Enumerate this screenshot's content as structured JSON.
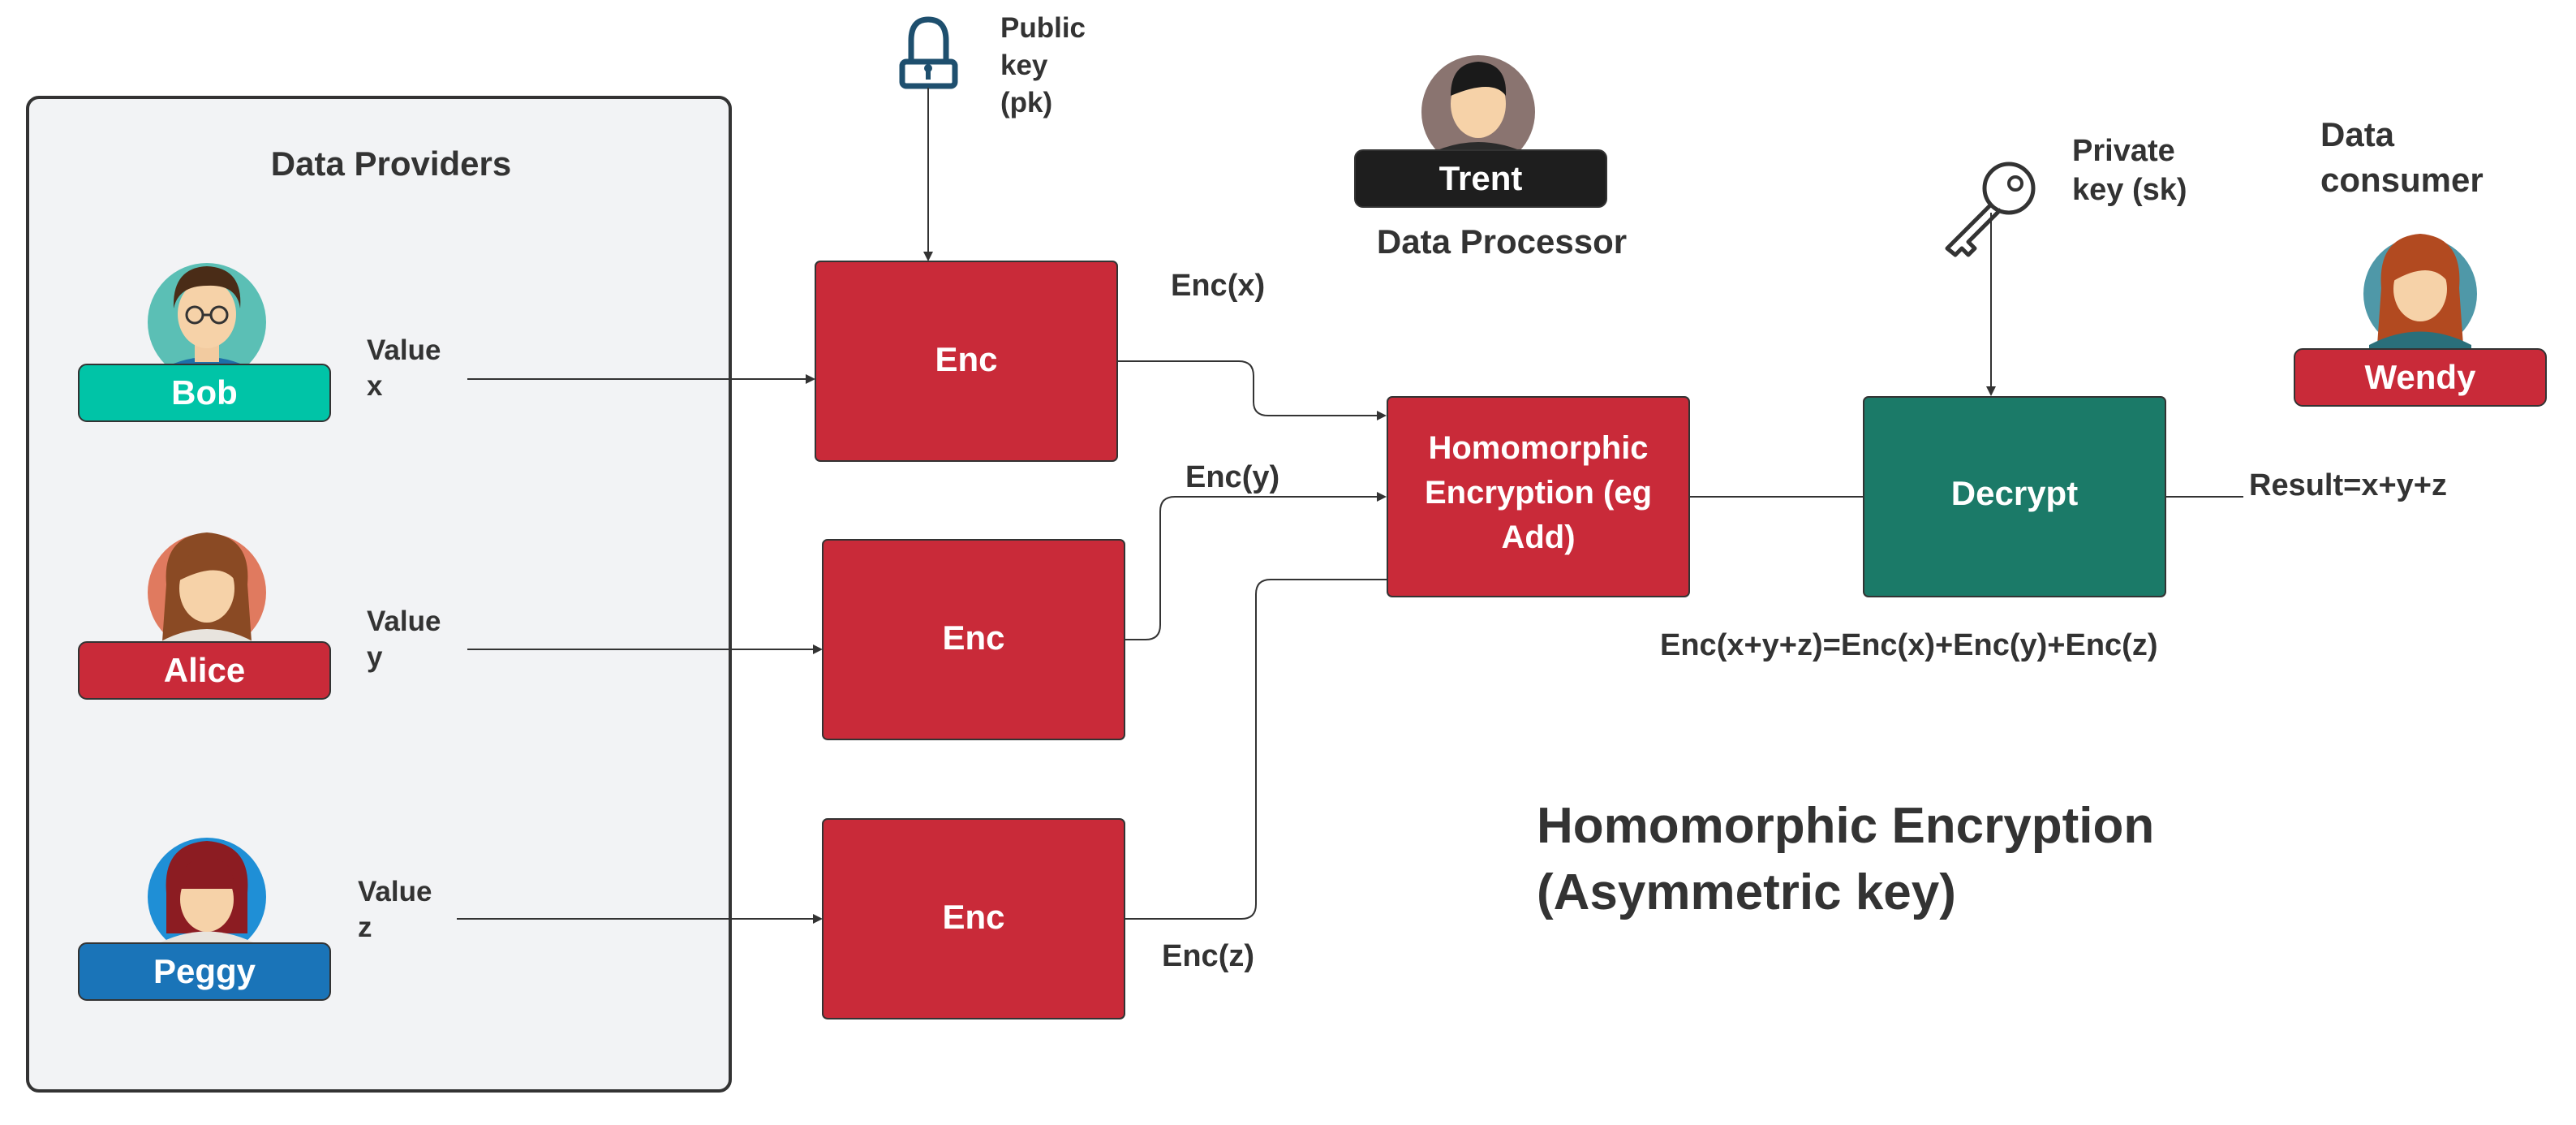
{
  "colors": {
    "panel_bg": "#f2f3f5",
    "panel_border": "#333333",
    "enc_box": "#c92a39",
    "decrypt_box": "#1b7a68",
    "bob": "#00c4a7",
    "alice": "#c92a39",
    "peggy": "#1a74b8",
    "trent": "#1e1e1e",
    "wendy": "#c92a39",
    "text": "#333333",
    "lock_icon": "#1e4f6e"
  },
  "panel": {
    "title": "Data Providers"
  },
  "providers": [
    {
      "name": "Bob",
      "value_label": "Value",
      "value_var": "x",
      "icon": "man-glasses-avatar-icon"
    },
    {
      "name": "Alice",
      "value_label": "Value",
      "value_var": "y",
      "icon": "woman-avatar-icon"
    },
    {
      "name": "Peggy",
      "value_label": "Value",
      "value_var": "z",
      "icon": "woman-bangs-avatar-icon"
    }
  ],
  "encrypt_boxes": [
    {
      "label": "Enc"
    },
    {
      "label": "Enc"
    },
    {
      "label": "Enc"
    }
  ],
  "enc_outputs": [
    "Enc(x)",
    "Enc(y)",
    "Enc(z)"
  ],
  "public_key": {
    "lines": [
      "Public",
      "key",
      "(pk)"
    ],
    "icon": "lock-icon"
  },
  "processor": {
    "name": "Trent",
    "role": "Data Processor",
    "icon": "man-avatar-icon"
  },
  "he_box": {
    "lines": [
      "Homomorphic",
      "Encryption (eg",
      "Add)"
    ]
  },
  "equation": "Enc(x+y+z)=Enc(x)+Enc(y)+Enc(z)",
  "private_key": {
    "lines": [
      "Private",
      "key (sk)"
    ],
    "icon": "key-icon"
  },
  "decrypt_box": {
    "label": "Decrypt"
  },
  "result": "Result=x+y+z",
  "consumer": {
    "lines": [
      "Data",
      "consumer"
    ],
    "name": "Wendy",
    "icon": "woman-avatar-icon"
  },
  "caption": {
    "lines": [
      "Homomorphic Encryption",
      "(Asymmetric key)"
    ]
  }
}
